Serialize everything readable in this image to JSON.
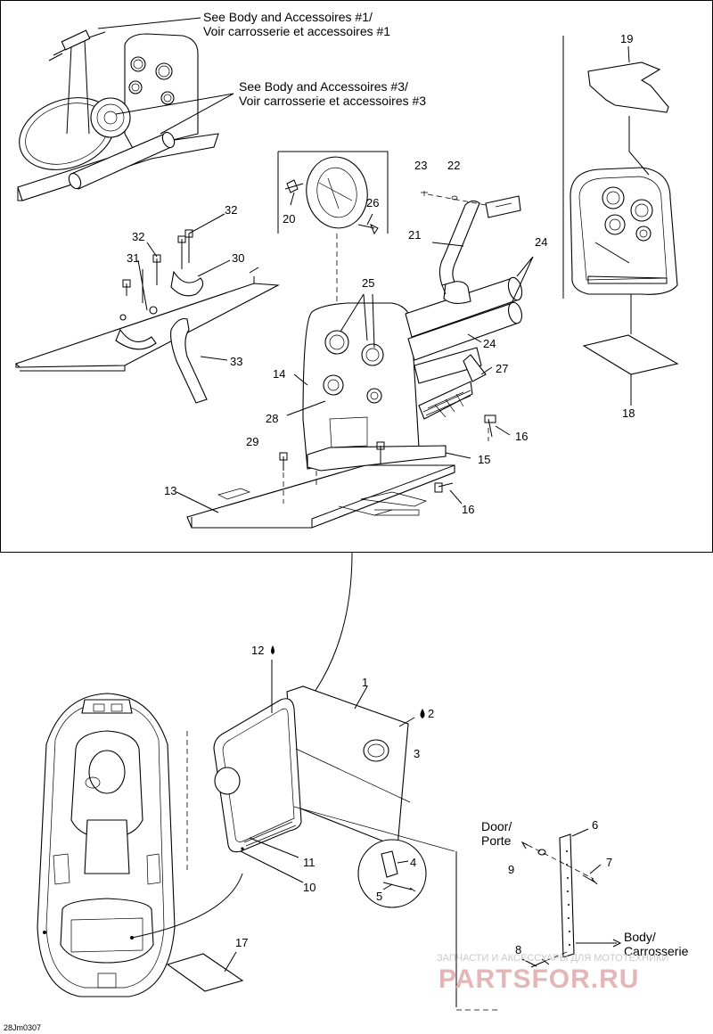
{
  "references": {
    "body_acc_1": [
      "See Body and Accessoires #1/",
      "Voir carrosserie et accessoires #1"
    ],
    "body_acc_3": [
      "See Body and Accessoires #3/",
      "Voir carrosserie et accessoires #3"
    ],
    "door": [
      "Door/",
      "Porte"
    ],
    "body": [
      "Body/",
      "Carrosserie"
    ]
  },
  "callouts": {
    "c1": "1",
    "c2": "2",
    "c3": "3",
    "c4": "4",
    "c5": "5",
    "c6": "6",
    "c7": "7",
    "c8": "8",
    "c9": "9",
    "c10": "10",
    "c11": "11",
    "c12": "12",
    "c13": "13",
    "c14": "14",
    "c15": "15",
    "c16a": "16",
    "c16b": "16",
    "c17": "17",
    "c18": "18",
    "c19": "19",
    "c20": "20",
    "c21": "21",
    "c22": "22",
    "c23": "23",
    "c24a": "24",
    "c24b": "24",
    "c25": "25",
    "c26": "26",
    "c27": "27",
    "c28": "28",
    "c29": "29",
    "c30": "30",
    "c31": "31",
    "c32a": "32",
    "c32b": "32",
    "c33": "33"
  },
  "drawing_code": "28Jm0307",
  "watermark": {
    "line1": "ЗАПЧАСТИ И АКСЕССУАРЫ ДЛЯ МОТОТЕХНИКИ",
    "line2": "PARTSFOR.RU"
  },
  "icons": {
    "oil_drop": "drop-icon"
  }
}
